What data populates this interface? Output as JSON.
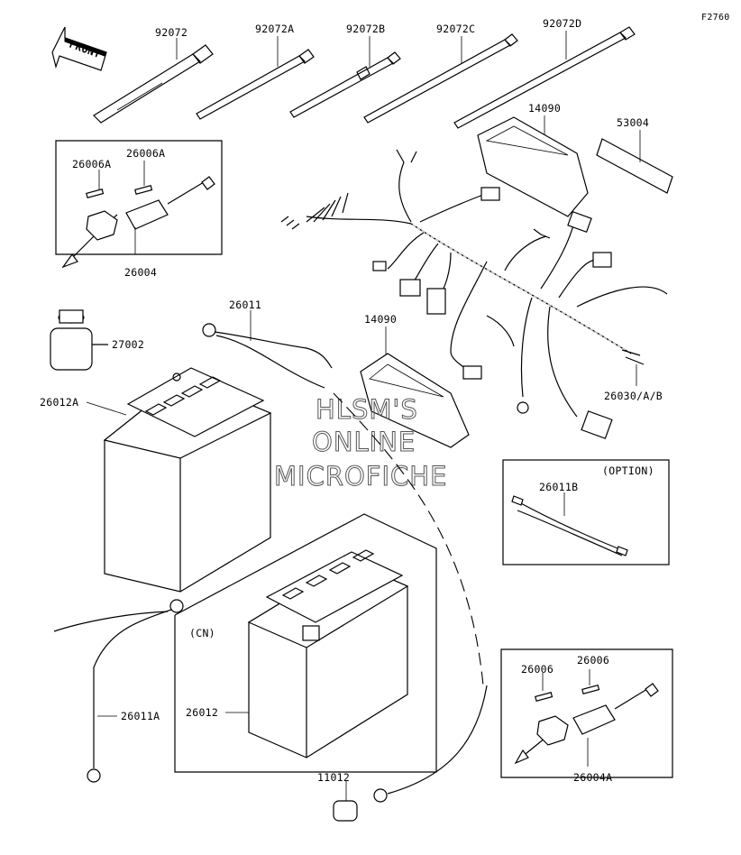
{
  "diagram": {
    "reference": "F2760",
    "front_arrow": "FRONT",
    "watermark": [
      "HLSM'S",
      "ONLINE",
      "MICROFICHE"
    ],
    "parts": {
      "p92072": "92072",
      "p92072A": "92072A",
      "p92072B": "92072B",
      "p92072C": "92072C",
      "p92072D": "92072D",
      "p14090_top": "14090",
      "p53004": "53004",
      "p26006A_left": "26006A",
      "p26006A_right": "26006A",
      "p26004": "26004",
      "p26011": "26011",
      "p14090_mid": "14090",
      "p27002": "27002",
      "p26012A": "26012A",
      "p26030": "26030/A/B",
      "p26011B": "26011B",
      "p26012": "26012",
      "p26011A": "26011A",
      "p26006_left": "26006",
      "p26006_right": "26006",
      "p26004A": "26004A",
      "p11012": "11012"
    },
    "notes": {
      "option": "(OPTION)",
      "cn": "(CN)"
    }
  }
}
